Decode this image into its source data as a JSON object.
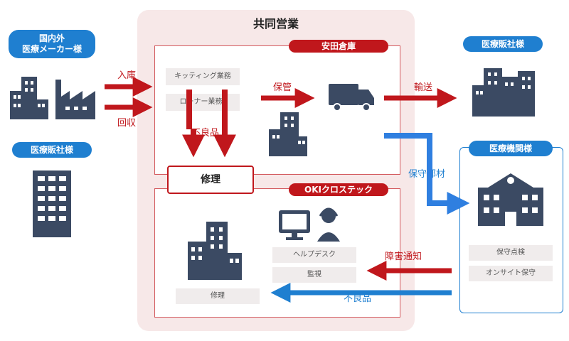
{
  "title": "共同営業",
  "domestic_maker": {
    "line1": "国内外",
    "line2": "医療メーカー様"
  },
  "dealer_left": "医療販社様",
  "dealer_right": "医療販社様",
  "medical_institution": "医療機関様",
  "warehouse": {
    "name": "安田倉庫",
    "tasks": [
      "キッティング業務",
      "ローナー業務*"
    ],
    "storage_label": "保管",
    "defective_label": "不良品"
  },
  "oki": {
    "name": "OKIクロステック",
    "tasks": [
      "ヘルプデスク",
      "監視"
    ],
    "repair_task": "修理"
  },
  "repair": "修理",
  "flows": {
    "inbound": "入庫",
    "recovery": "回収",
    "transport": "輸送",
    "maintenance_parts": "保守部材",
    "fault_notice": "障害通知",
    "defective": "不良品"
  },
  "institution_tasks": [
    "保守点検",
    "オンサイト保守"
  ],
  "colors": {
    "red": "#c0171c",
    "blue": "#1f7fd0",
    "navy": "#3b4a63",
    "pink_bg": "#f7e8e8"
  },
  "icons": [
    "factory-icon",
    "building-icon",
    "truck-icon",
    "hospital-icon",
    "helpdesk-icon"
  ]
}
